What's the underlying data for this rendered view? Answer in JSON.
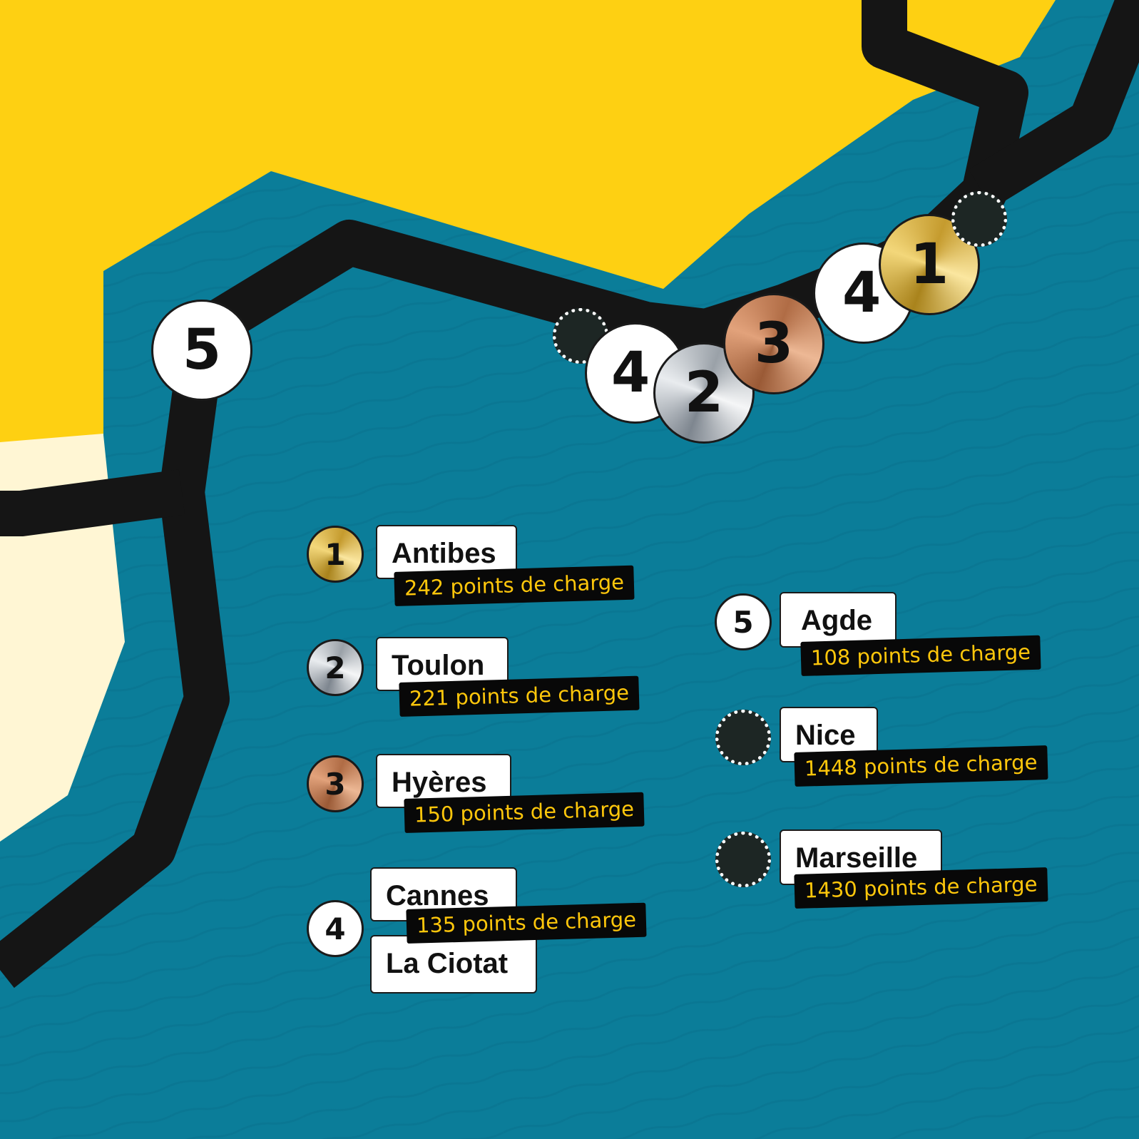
{
  "colors": {
    "sea": "#0b7d99",
    "land_yellow": "#fed012",
    "land_cream": "#fff6d4",
    "border": "#151515",
    "count_text": "#ffc70b",
    "gold": "#d4ad44",
    "silver": "#c3c8cd",
    "bronze": "#c98158"
  },
  "map_markers": [
    {
      "id": "agde",
      "rank": "5",
      "style": "white"
    },
    {
      "id": "marseille",
      "rank": "",
      "style": "dark"
    },
    {
      "id": "la-ciotat",
      "rank": "4",
      "style": "white"
    },
    {
      "id": "toulon",
      "rank": "2",
      "style": "silver"
    },
    {
      "id": "hyeres",
      "rank": "3",
      "style": "bronze"
    },
    {
      "id": "cannes",
      "rank": "4",
      "style": "white"
    },
    {
      "id": "antibes",
      "rank": "1",
      "style": "gold"
    },
    {
      "id": "nice",
      "rank": "",
      "style": "dark"
    }
  ],
  "legend": {
    "antibes": {
      "rank": "1",
      "city": "Antibes",
      "count": "242 points de charge"
    },
    "toulon": {
      "rank": "2",
      "city": "Toulon",
      "count": "221 points de charge"
    },
    "hyeres": {
      "rank": "3",
      "city": "Hyères",
      "count": "150 points de charge"
    },
    "cannes_la_ciotat": {
      "rank": "4",
      "city_a": "Cannes",
      "city_b": "La Ciotat",
      "count": "135 points de charge"
    },
    "agde": {
      "rank": "5",
      "city": "Agde",
      "count": "108 points de charge"
    },
    "nice": {
      "rank": "",
      "city": "Nice",
      "count": "1448 points de charge"
    },
    "marseille": {
      "rank": "",
      "city": "Marseille",
      "count": "1430 points de charge"
    }
  }
}
